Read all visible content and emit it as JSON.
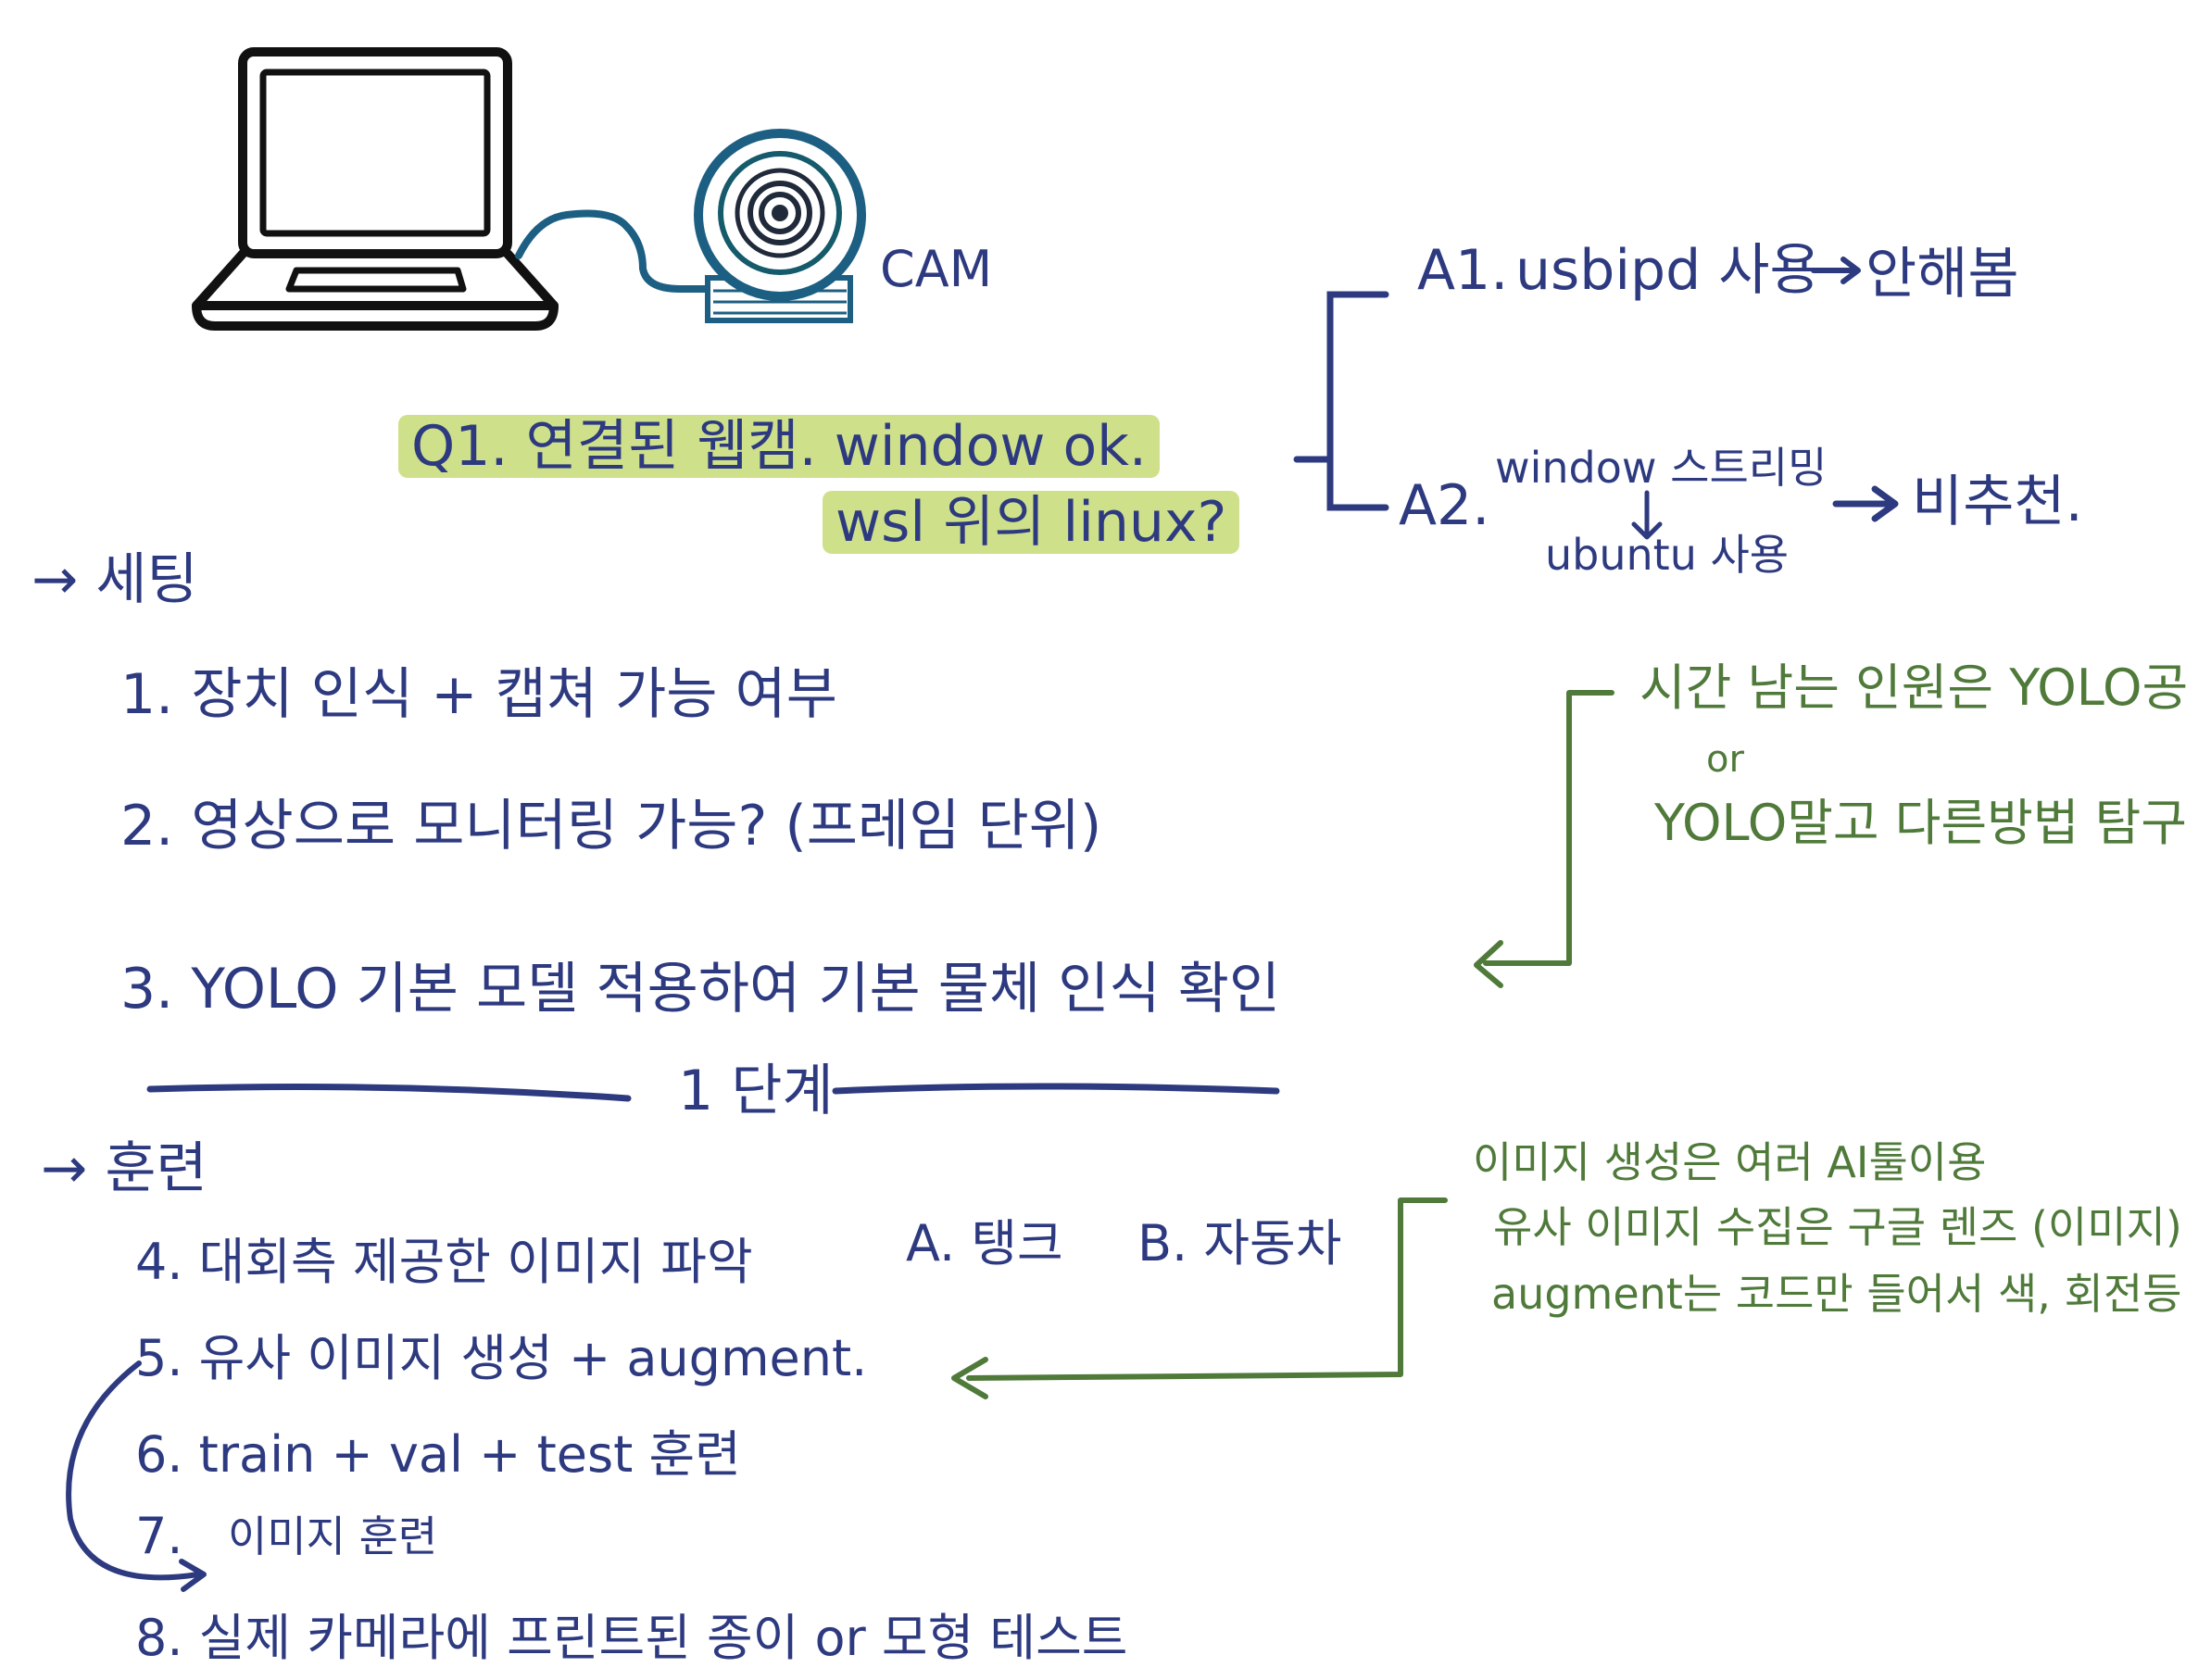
{
  "colors": {
    "ink": "#2e3a80",
    "note": "#4f7a3a",
    "highlight": "#cfe08a",
    "cam_blue": "#1c5f82",
    "laptop": "#111111"
  },
  "icons": {
    "laptop": "laptop-icon",
    "camera": "webcam-icon"
  },
  "cam_label": "CAM",
  "question": {
    "line1": "Q1. 연결된 웹캠. window ok.",
    "line2": "wsl 위의 linux?"
  },
  "answers": {
    "a1": {
      "label": "A1.",
      "method": "usbipd 사용",
      "arrow": "→",
      "result": "안해봄"
    },
    "a2": {
      "label": "A2.",
      "method_line1": "window 스트리밍",
      "method_line2": "ubuntu 사용",
      "arrow": "→",
      "result": "비추천."
    }
  },
  "setting": {
    "header": "→ 세팅",
    "steps": [
      "1. 장치 인식 + 캡쳐 가능 여부",
      "2. 영상으로 모니터링 가능? (프레임 단위)",
      "3. YOLO 기본 모델 적용하여 기본 물체 인식 확인"
    ],
    "note_line1": "시간 남는 인원은 YOLO공부",
    "note_or": "or",
    "note_line2": "YOLO말고 다른방법 탐구"
  },
  "stage_label": "1 단계",
  "training": {
    "header": "→ 훈련",
    "step4": {
      "text": "4. 대회측 제공한 이미지 파악",
      "opt_a": "A. 탱크",
      "opt_b": "B. 자동차"
    },
    "steps": [
      "5. 유사 이미지 생성 + augment.",
      "6. train + val + test 훈련"
    ],
    "step7_num": "7.",
    "step7_text": "이미지 훈련",
    "step8": "8. 실제 카메라에 프린트된 종이 or 모형 테스트",
    "note_lines": [
      "이미지 생성은 여러 AI툴이용",
      "유사 이미지 수집은 구글 렌즈 (이미지)",
      "augment는 코드만 들어서 색, 회전등."
    ]
  }
}
